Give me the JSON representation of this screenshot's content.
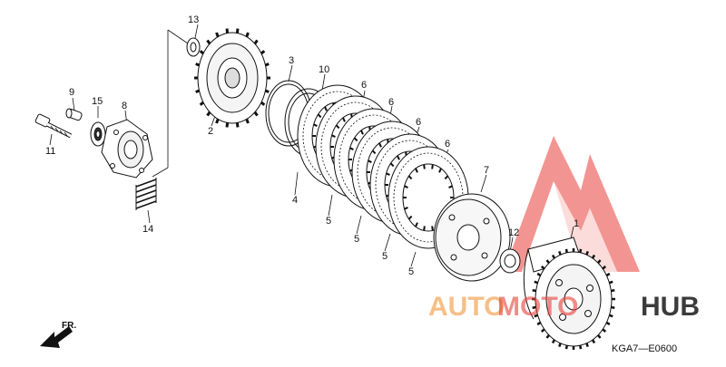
{
  "diagram": {
    "code": "KGA7—E0600",
    "front_marker": "FR.",
    "labels": [
      "1",
      "2",
      "3",
      "4",
      "5",
      "5",
      "5",
      "5",
      "6",
      "6",
      "6",
      "6",
      "7",
      "8",
      "9",
      "10",
      "11",
      "12",
      "13",
      "14",
      "15"
    ]
  },
  "watermark": {
    "word_left": "AUTO",
    "word_mid": "MOTO",
    "word_right": "HUB",
    "colors": {
      "orange": "#f5b06a",
      "red": "#e8403a",
      "dark": "#1a1a1a"
    }
  }
}
